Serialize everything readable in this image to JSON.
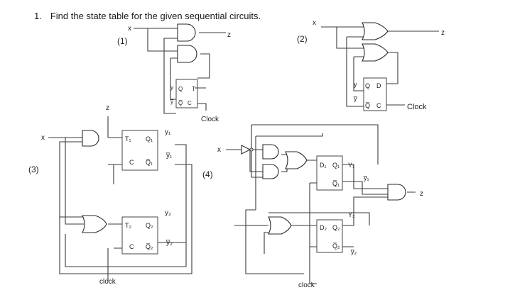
{
  "question": {
    "number": "1.",
    "text": "Find the state table for the given sequential circuits."
  },
  "circuit1": {
    "label": "(1)",
    "input": "x",
    "output": "z",
    "ff_pins": [
      "y",
      "Q",
      "T",
      "y̅",
      "Q̅",
      "C"
    ],
    "clock": "Clock"
  },
  "circuit2": {
    "label": "(2)",
    "input": "x",
    "output": "z",
    "ff_pins": [
      "y",
      "Q",
      "D",
      "y̅",
      "Q̅",
      "C"
    ],
    "clock": "Clock"
  },
  "circuit3": {
    "label": "(3)",
    "input": "x",
    "output": "z",
    "ff1_pins": [
      "T₁",
      "Q₁",
      "C",
      "Q̅₁"
    ],
    "ff1_outputs": [
      "y₁",
      "y̅₁"
    ],
    "ff2_pins": [
      "T₂",
      "Q₂",
      "C",
      "Q̅₂"
    ],
    "ff2_outputs": [
      "y₂",
      "y̅₂"
    ],
    "clock": "clock"
  },
  "circuit4": {
    "label": "(4)",
    "input": "x",
    "output": "z",
    "ff1_pins": [
      "D₁",
      "Q₁",
      "Q̅₁"
    ],
    "ff1_outputs": [
      "Y₁",
      "y̅₁"
    ],
    "ff2_pins": [
      "D₂",
      "Q₂",
      "Q̅₂"
    ],
    "ff2_outputs": [
      "Y₂",
      "y̅₂"
    ],
    "clock": "clock"
  }
}
